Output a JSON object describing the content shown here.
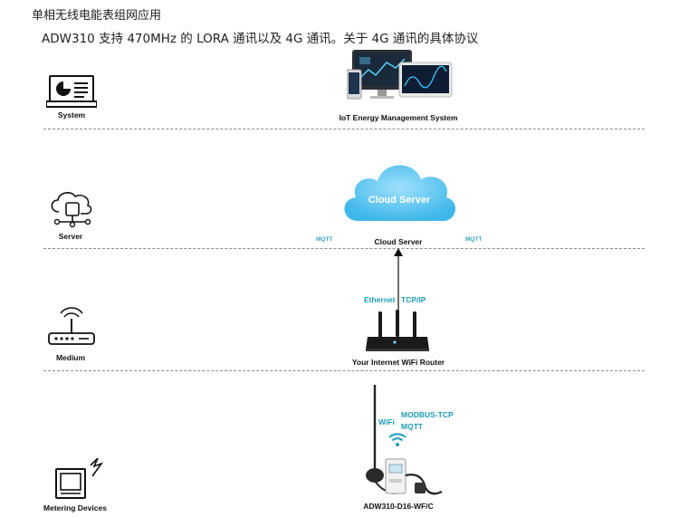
{
  "heading": "单相无线电能表组网应用",
  "subheading": "ADW310 支持 470MHz 的 LORA 通讯以及 4G 通讯。关于 4G 通讯的具体协议",
  "layers": {
    "system": "System",
    "server": "Server",
    "medium": "Medium",
    "devices": "Metering Devices"
  },
  "nodes": {
    "iot_system": "IoT Energy Management System",
    "cloud_badge": "Cloud Server",
    "cloud_server": "Cloud Server",
    "router": "Your Internet WiFi Router",
    "meter": "ADW310-D16-WF/C"
  },
  "protocols": {
    "mqtt_left": "MQTT",
    "mqtt_right": "MQTT",
    "ethernet": "Ethernet",
    "tcpip": "TCP/IP",
    "wifi": "WiFi",
    "modbus_tcp": "MODBUS-TCP",
    "mqtt_device": "MQTT"
  },
  "colors": {
    "protocol_text": "#1e9bb8",
    "cloud": "#5ec6f0",
    "divider": "#8a8a8a"
  },
  "icons": [
    "presentation-icon",
    "cloud-network-icon",
    "router-icon",
    "meter-icon",
    "monitor-devices-icon",
    "wifi-icon",
    "arrow-up-icon"
  ]
}
